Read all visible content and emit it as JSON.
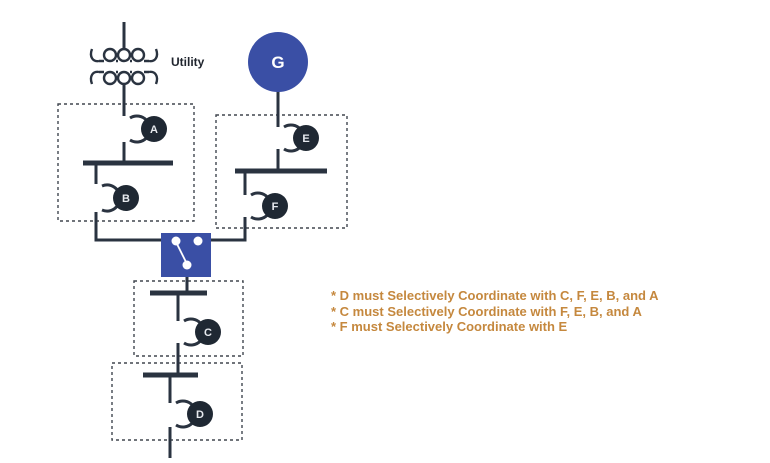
{
  "diagram": {
    "utility_label": "Utility",
    "generator_label": "G",
    "breaker_labels": {
      "a": "A",
      "b": "B",
      "c": "C",
      "d": "D",
      "e": "E",
      "f": "F"
    },
    "colors": {
      "line_dark": "#2a3340",
      "breaker_fill": "#1f2833",
      "accent_blue": "#3a4fa5",
      "note_orange": "#c5883e",
      "label_white": "#ffffff"
    }
  },
  "notes": [
    "* D must Selectively Coordinate with C, F, E, B, and A",
    "* C must Selectively Coordinate with F, E, B, and A",
    "* F must Selectively Coordinate with E"
  ]
}
